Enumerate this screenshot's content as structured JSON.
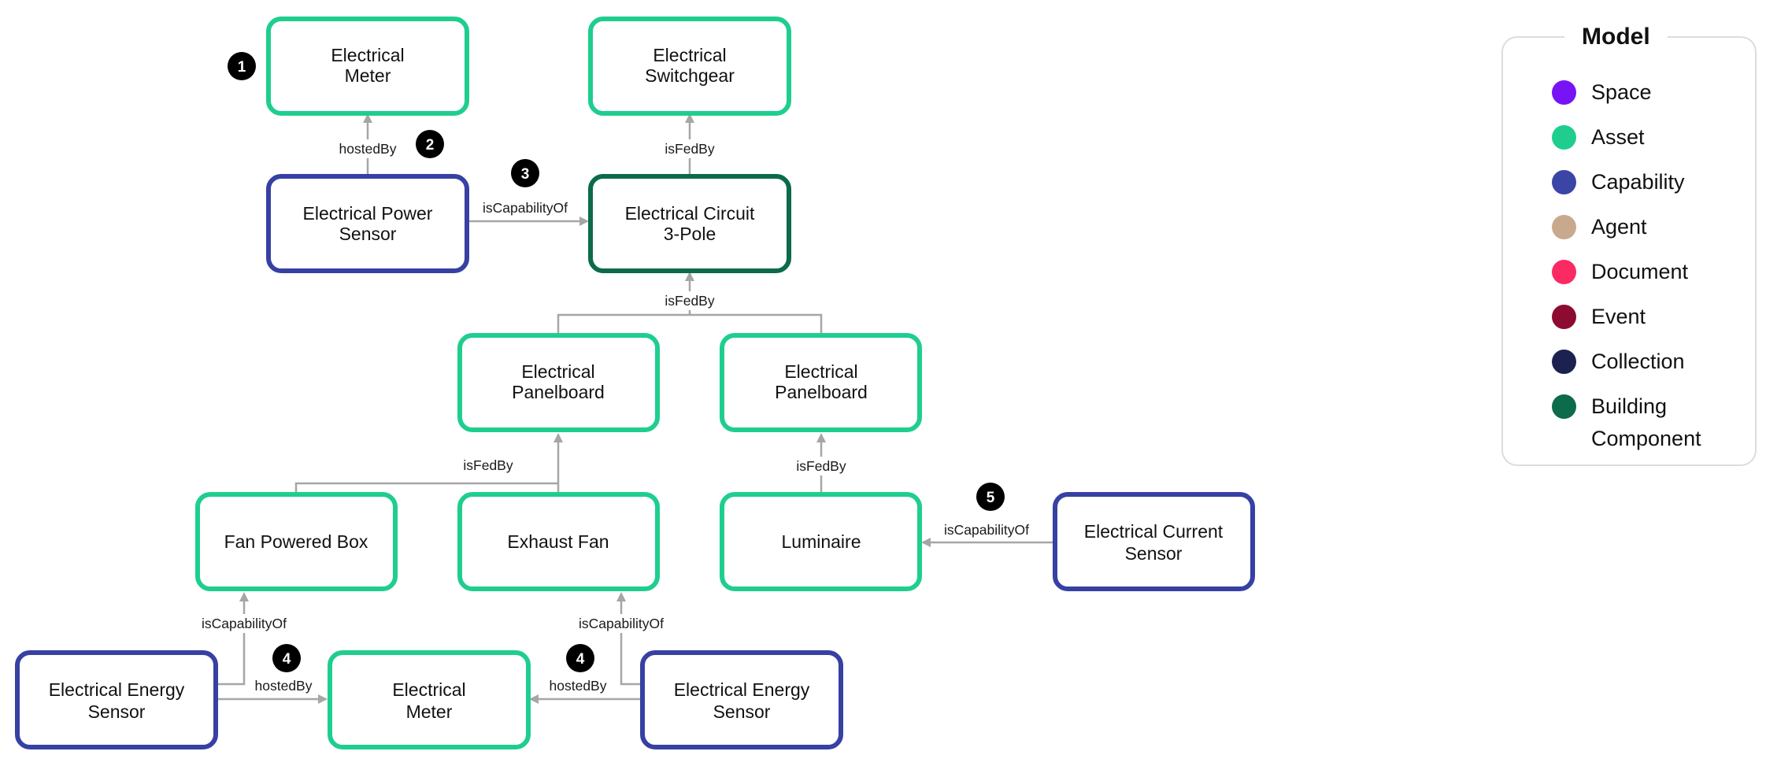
{
  "colors": {
    "asset": "#1fce8f",
    "capability": "#3740a3",
    "building_component": "#0b6b4b",
    "edge": "#a6a6a6",
    "badge": "#000000"
  },
  "nodes": {
    "meter_top": [
      "Electrical",
      "Meter"
    ],
    "switchgear": [
      "Electrical",
      "Switchgear"
    ],
    "power_sensor": [
      "Electrical Power",
      "Sensor"
    ],
    "circuit": [
      "Electrical Circuit",
      "3-Pole"
    ],
    "panel_left": [
      "Electrical",
      "Panelboard"
    ],
    "panel_right": [
      "Electrical",
      "Panelboard"
    ],
    "fan_box": [
      "Fan Powered Box"
    ],
    "exhaust_fan": [
      "Exhaust Fan"
    ],
    "luminaire": [
      "Luminaire"
    ],
    "current_sensor": [
      "Electrical Current",
      "Sensor"
    ],
    "energy_left": [
      "Electrical Energy",
      "Sensor"
    ],
    "meter_bottom": [
      "Electrical",
      "Meter"
    ],
    "energy_right": [
      "Electrical Energy",
      "Sensor"
    ]
  },
  "edges": {
    "hosted_by_top": "hostedBy",
    "is_fed_by_switchgear": "isFedBy",
    "is_capability_of_circuit": "isCapabilityOf",
    "is_fed_by_circuit": "isFedBy",
    "is_fed_by_panel_left": "isFedBy",
    "is_fed_by_panel_right": "isFedBy",
    "is_capability_of_luminaire": "isCapabilityOf",
    "is_capability_of_fan_box": "isCapabilityOf",
    "is_capability_of_exhaust": "isCapabilityOf",
    "hosted_by_left": "hostedBy",
    "hosted_by_right": "hostedBy"
  },
  "badges": {
    "b1": "1",
    "b2": "2",
    "b3": "3",
    "b4_left": "4",
    "b4_right": "4",
    "b5": "5"
  },
  "legend": {
    "title": "Model",
    "items": [
      {
        "label": "Space",
        "color": "#7614f5"
      },
      {
        "label": "Asset",
        "color": "#1fce8f"
      },
      {
        "label": "Capability",
        "color": "#3b45a6"
      },
      {
        "label": "Agent",
        "color": "#c8a98d"
      },
      {
        "label": "Document",
        "color": "#fb2a63"
      },
      {
        "label": "Event",
        "color": "#8d0b30"
      },
      {
        "label": "Collection",
        "color": "#1c2150"
      },
      {
        "label": "Building Component",
        "color": "#0b6b4b"
      }
    ]
  }
}
